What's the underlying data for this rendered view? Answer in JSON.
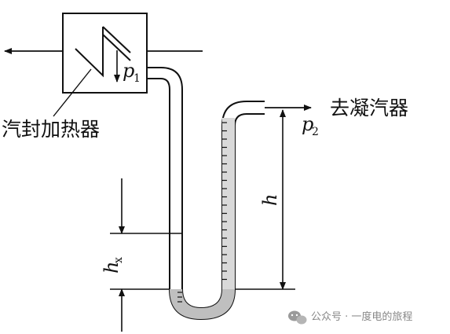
{
  "diagram": {
    "heater_label": "汽封加热器",
    "condenser_label": "去凝汽器",
    "pressure_1_symbol": "p",
    "pressure_1_subscript": "1",
    "pressure_2_symbol": "p",
    "pressure_2_subscript": "2",
    "height_symbol": "h",
    "height_x_symbol": "h",
    "height_x_subscript": "x"
  },
  "watermark": {
    "text": "公众号 · 一度电的旅程"
  }
}
